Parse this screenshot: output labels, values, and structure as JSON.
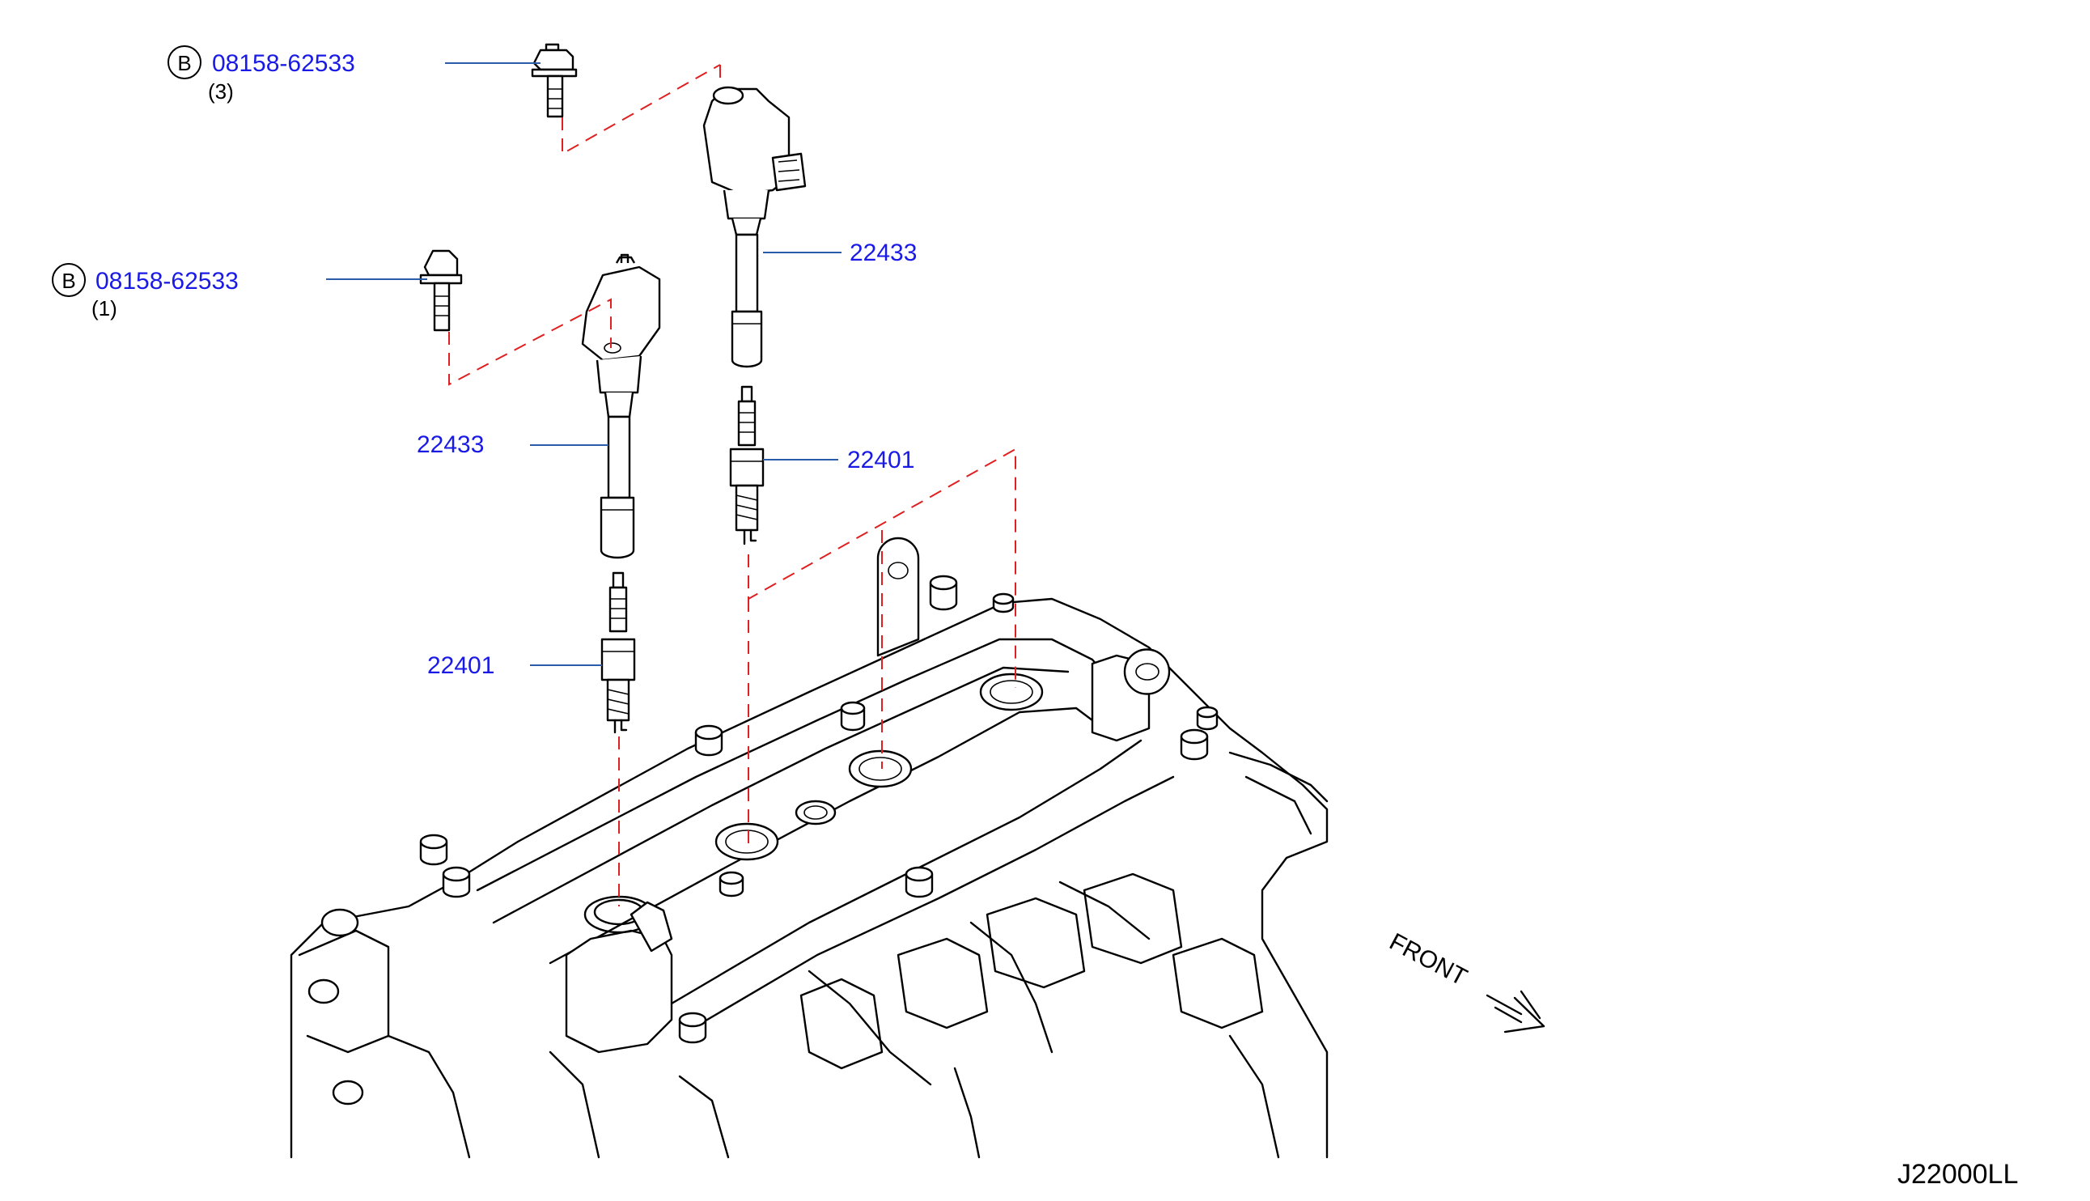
{
  "callouts": {
    "bolt_top": {
      "badge": "B",
      "part_no": "08158-62533",
      "qty": "(3)"
    },
    "bolt_left": {
      "badge": "B",
      "part_no": "08158-62533",
      "qty": "(1)"
    },
    "coil_right": {
      "part_no": "22433"
    },
    "coil_left": {
      "part_no": "22433"
    },
    "plug_right": {
      "part_no": "22401"
    },
    "plug_left": {
      "part_no": "22401"
    }
  },
  "front_label": "FRONT",
  "diagram_code": "J22000LL",
  "colors": {
    "link": "#1a1ae6",
    "leader": "#2a5caa",
    "alignment_dash": "#e02020",
    "line_art": "#000000"
  }
}
